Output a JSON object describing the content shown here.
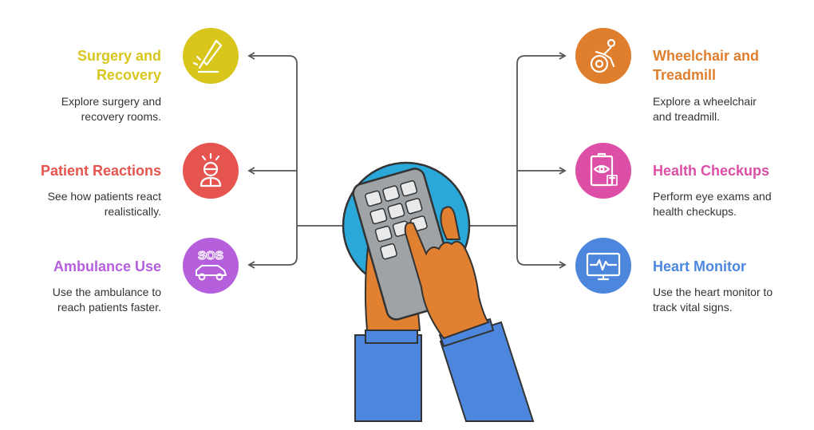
{
  "items": [
    {
      "title": "Surgery and\nRecovery",
      "desc": "Explore surgery and\nrecovery rooms.",
      "color": "#d8c61c",
      "icon": "scalpel-icon"
    },
    {
      "title": "Patient Reactions",
      "desc": "See how patients react\nrealistically.",
      "color": "#e5544f",
      "icon": "patient-reaction-icon"
    },
    {
      "title": "Ambulance Use",
      "desc": "Use the ambulance to\nreach patients faster.",
      "color": "#b55fdc",
      "icon": "sos-ambulance-icon"
    },
    {
      "title": "Wheelchair and\nTreadmill",
      "desc": "Explore a wheelchair\nand treadmill.",
      "color": "#df7e2d",
      "icon": "wheelchair-icon"
    },
    {
      "title": "Health Checkups",
      "desc": "Perform eye exams and\nhealth checkups.",
      "color": "#dd4fa7",
      "icon": "eye-exam-icon"
    },
    {
      "title": "Heart Monitor",
      "desc": "Use the heart monitor to\ntrack vital signs.",
      "color": "#4d87dd",
      "icon": "heart-monitor-icon"
    }
  ],
  "colors": {
    "connector": "#555555",
    "center_circle": "#29a8d9",
    "remote_body": "#9fa3a6",
    "button": "#e8eaeb",
    "hand": "#e08030",
    "sleeve": "#4d87dd"
  }
}
